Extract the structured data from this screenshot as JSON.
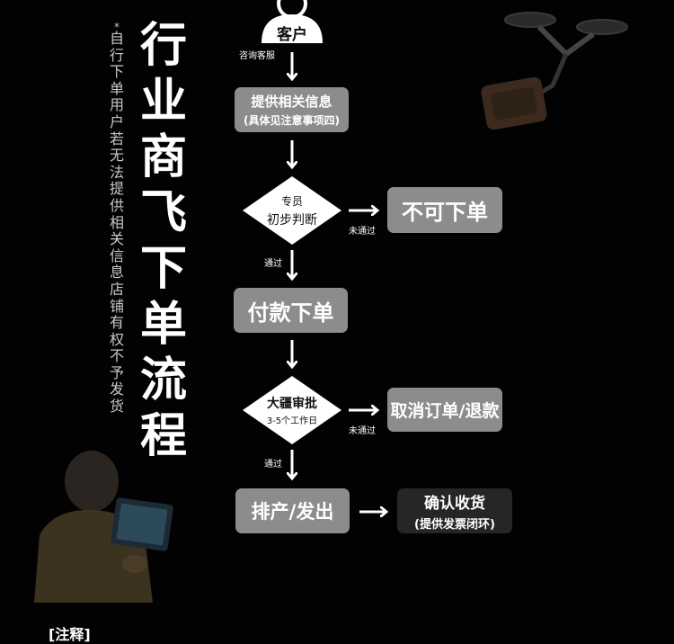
{
  "title_chars": [
    "行",
    "业",
    "商",
    "飞",
    "下",
    "单",
    "流",
    "程"
  ],
  "note_chars": [
    "*",
    "自",
    "行",
    "下",
    "单",
    "用",
    "户",
    "若",
    "无",
    "法",
    "提",
    "供",
    "相",
    "关",
    "信",
    "息",
    "店",
    "铺",
    "有",
    "权",
    "不",
    "予",
    "发",
    "货"
  ],
  "customer_label": "客户",
  "edge_consult": "咨询客服",
  "step_info": {
    "title": "提供相关信息",
    "sub": "(具体见注意事项四)"
  },
  "decision_1": {
    "top": "专员",
    "main": "初步判断"
  },
  "reject_1": "不可下单",
  "edge_fail_1": "未通过",
  "edge_pass_1": "通过",
  "step_pay": "付款下单",
  "decision_2": {
    "main": "大疆审批",
    "sub": "3-5个工作日"
  },
  "reject_2": "取消订单/退款",
  "edge_fail_2": "未通过",
  "edge_pass_2": "通过",
  "step_ship": "排产/发出",
  "step_confirm": {
    "title": "确认收货",
    "sub": "(提供发票闭环)"
  },
  "footer_label": "[注释]"
}
